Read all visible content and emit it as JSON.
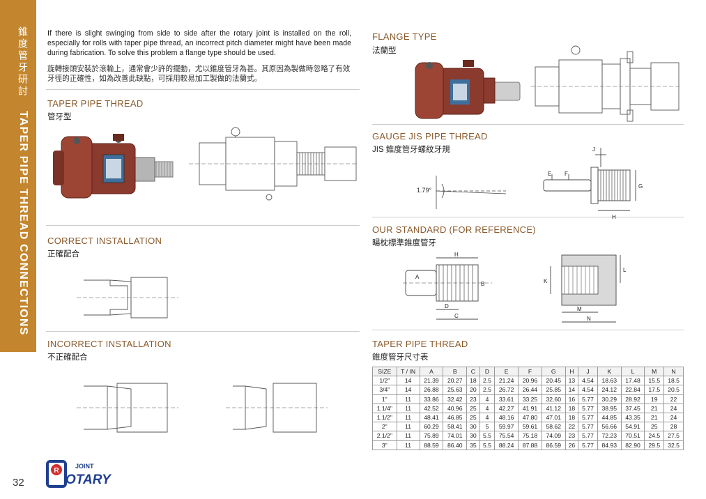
{
  "sidebar": {
    "title_zh": "錐度管牙研討",
    "title_en": "TAPER PIPE THREAD CONNECTIONS"
  },
  "page_number": "32",
  "intro": {
    "en": "If there is slight swinging from side to side after the rotary joint is installed on the roll, especially for rolls with taper pipe thread, an incorrect pitch diameter might have been made during fabrication. To solve this problem a flange type should be used.",
    "zh": "旋轉接頭安裝於滾輪上，通常會少許的擺動，尤以錐度管牙為甚。其原因為製做時忽略了有效牙徑的正確性，如為改善此缺點，可採用較易加工製做的法蘭式。"
  },
  "sections": {
    "taper": {
      "title": "TAPER PIPE THREAD",
      "subtitle": "管牙型"
    },
    "correct": {
      "title": "CORRECT INSTALLATION",
      "subtitle": "正確配合"
    },
    "incorrect": {
      "title": "INCORRECT INSTALLATION",
      "subtitle": "不正確配合"
    },
    "flange": {
      "title": "FLANGE TYPE",
      "subtitle": "法蘭型"
    },
    "gauge": {
      "title": "GAUGE JIS PIPE THREAD",
      "subtitle": "JIS 錐度管牙螺紋牙規",
      "angle": "1.79°",
      "labels": {
        "j": "J",
        "e": "E",
        "f": "F",
        "g": "G",
        "h": "H"
      }
    },
    "standard": {
      "title": "OUR STANDARD (FOR REFERENCE)",
      "subtitle": "暘枕標準錐度管牙",
      "labels": {
        "h": "H",
        "a": "A",
        "b": "B",
        "d": "D",
        "c": "C",
        "k": "K",
        "l": "L",
        "m": "M",
        "n": "N"
      }
    },
    "table": {
      "title": "TAPER PIPE THREAD",
      "subtitle": "錐度管牙尺寸表"
    }
  },
  "spec_table": {
    "headers": [
      "SIZE",
      "T / IN",
      "A",
      "B",
      "C",
      "D",
      "E",
      "F",
      "G",
      "H",
      "J",
      "K",
      "L",
      "M",
      "N"
    ],
    "rows": [
      [
        "1/2\"",
        "14",
        "21.39",
        "20.27",
        "18",
        "2.5",
        "21.24",
        "20.96",
        "20.45",
        "13",
        "4.54",
        "18.63",
        "17.48",
        "15.5",
        "18.5"
      ],
      [
        "3/4\"",
        "14",
        "26.88",
        "25.63",
        "20",
        "2.5",
        "26.72",
        "26.44",
        "25.85",
        "14",
        "4.54",
        "24.12",
        "22.84",
        "17.5",
        "20.5"
      ],
      [
        "1\"",
        "11",
        "33.86",
        "32.42",
        "23",
        "4",
        "33.61",
        "33.25",
        "32.60",
        "16",
        "5.77",
        "30.29",
        "28.92",
        "19",
        "22"
      ],
      [
        "1.1/4\"",
        "11",
        "42.52",
        "40.96",
        "25",
        "4",
        "42.27",
        "41.91",
        "41.12",
        "18",
        "5.77",
        "38.95",
        "37.45",
        "21",
        "24"
      ],
      [
        "1.1/2\"",
        "11",
        "48.41",
        "46.85",
        "25",
        "4",
        "48.16",
        "47.80",
        "47.01",
        "18",
        "5.77",
        "44.85",
        "43.35",
        "21",
        "24"
      ],
      [
        "2\"",
        "11",
        "60.29",
        "58.41",
        "30",
        "5",
        "59.97",
        "59.61",
        "58.62",
        "22",
        "5.77",
        "56.66",
        "54.91",
        "25",
        "28"
      ],
      [
        "2.1/2\"",
        "11",
        "75.89",
        "74.01",
        "30",
        "5.5",
        "75.54",
        "75.18",
        "74.09",
        "23",
        "5.77",
        "72.23",
        "70.51",
        "24.5",
        "27.5"
      ],
      [
        "3\"",
        "11",
        "88.59",
        "86.40",
        "35",
        "5.5",
        "88.24",
        "87.88",
        "86.59",
        "26",
        "5.77",
        "84.93",
        "82.90",
        "29.5",
        "32.5"
      ]
    ]
  },
  "logo": {
    "small": "JOINT",
    "big": "OTARY",
    "letter": "R"
  },
  "colors": {
    "sidebar": "#c3862e",
    "section_title": "#8a5a2b",
    "logo_blue": "#1f3f8f",
    "logo_red": "#d22f2f",
    "product_body": "#8b3a2e"
  }
}
